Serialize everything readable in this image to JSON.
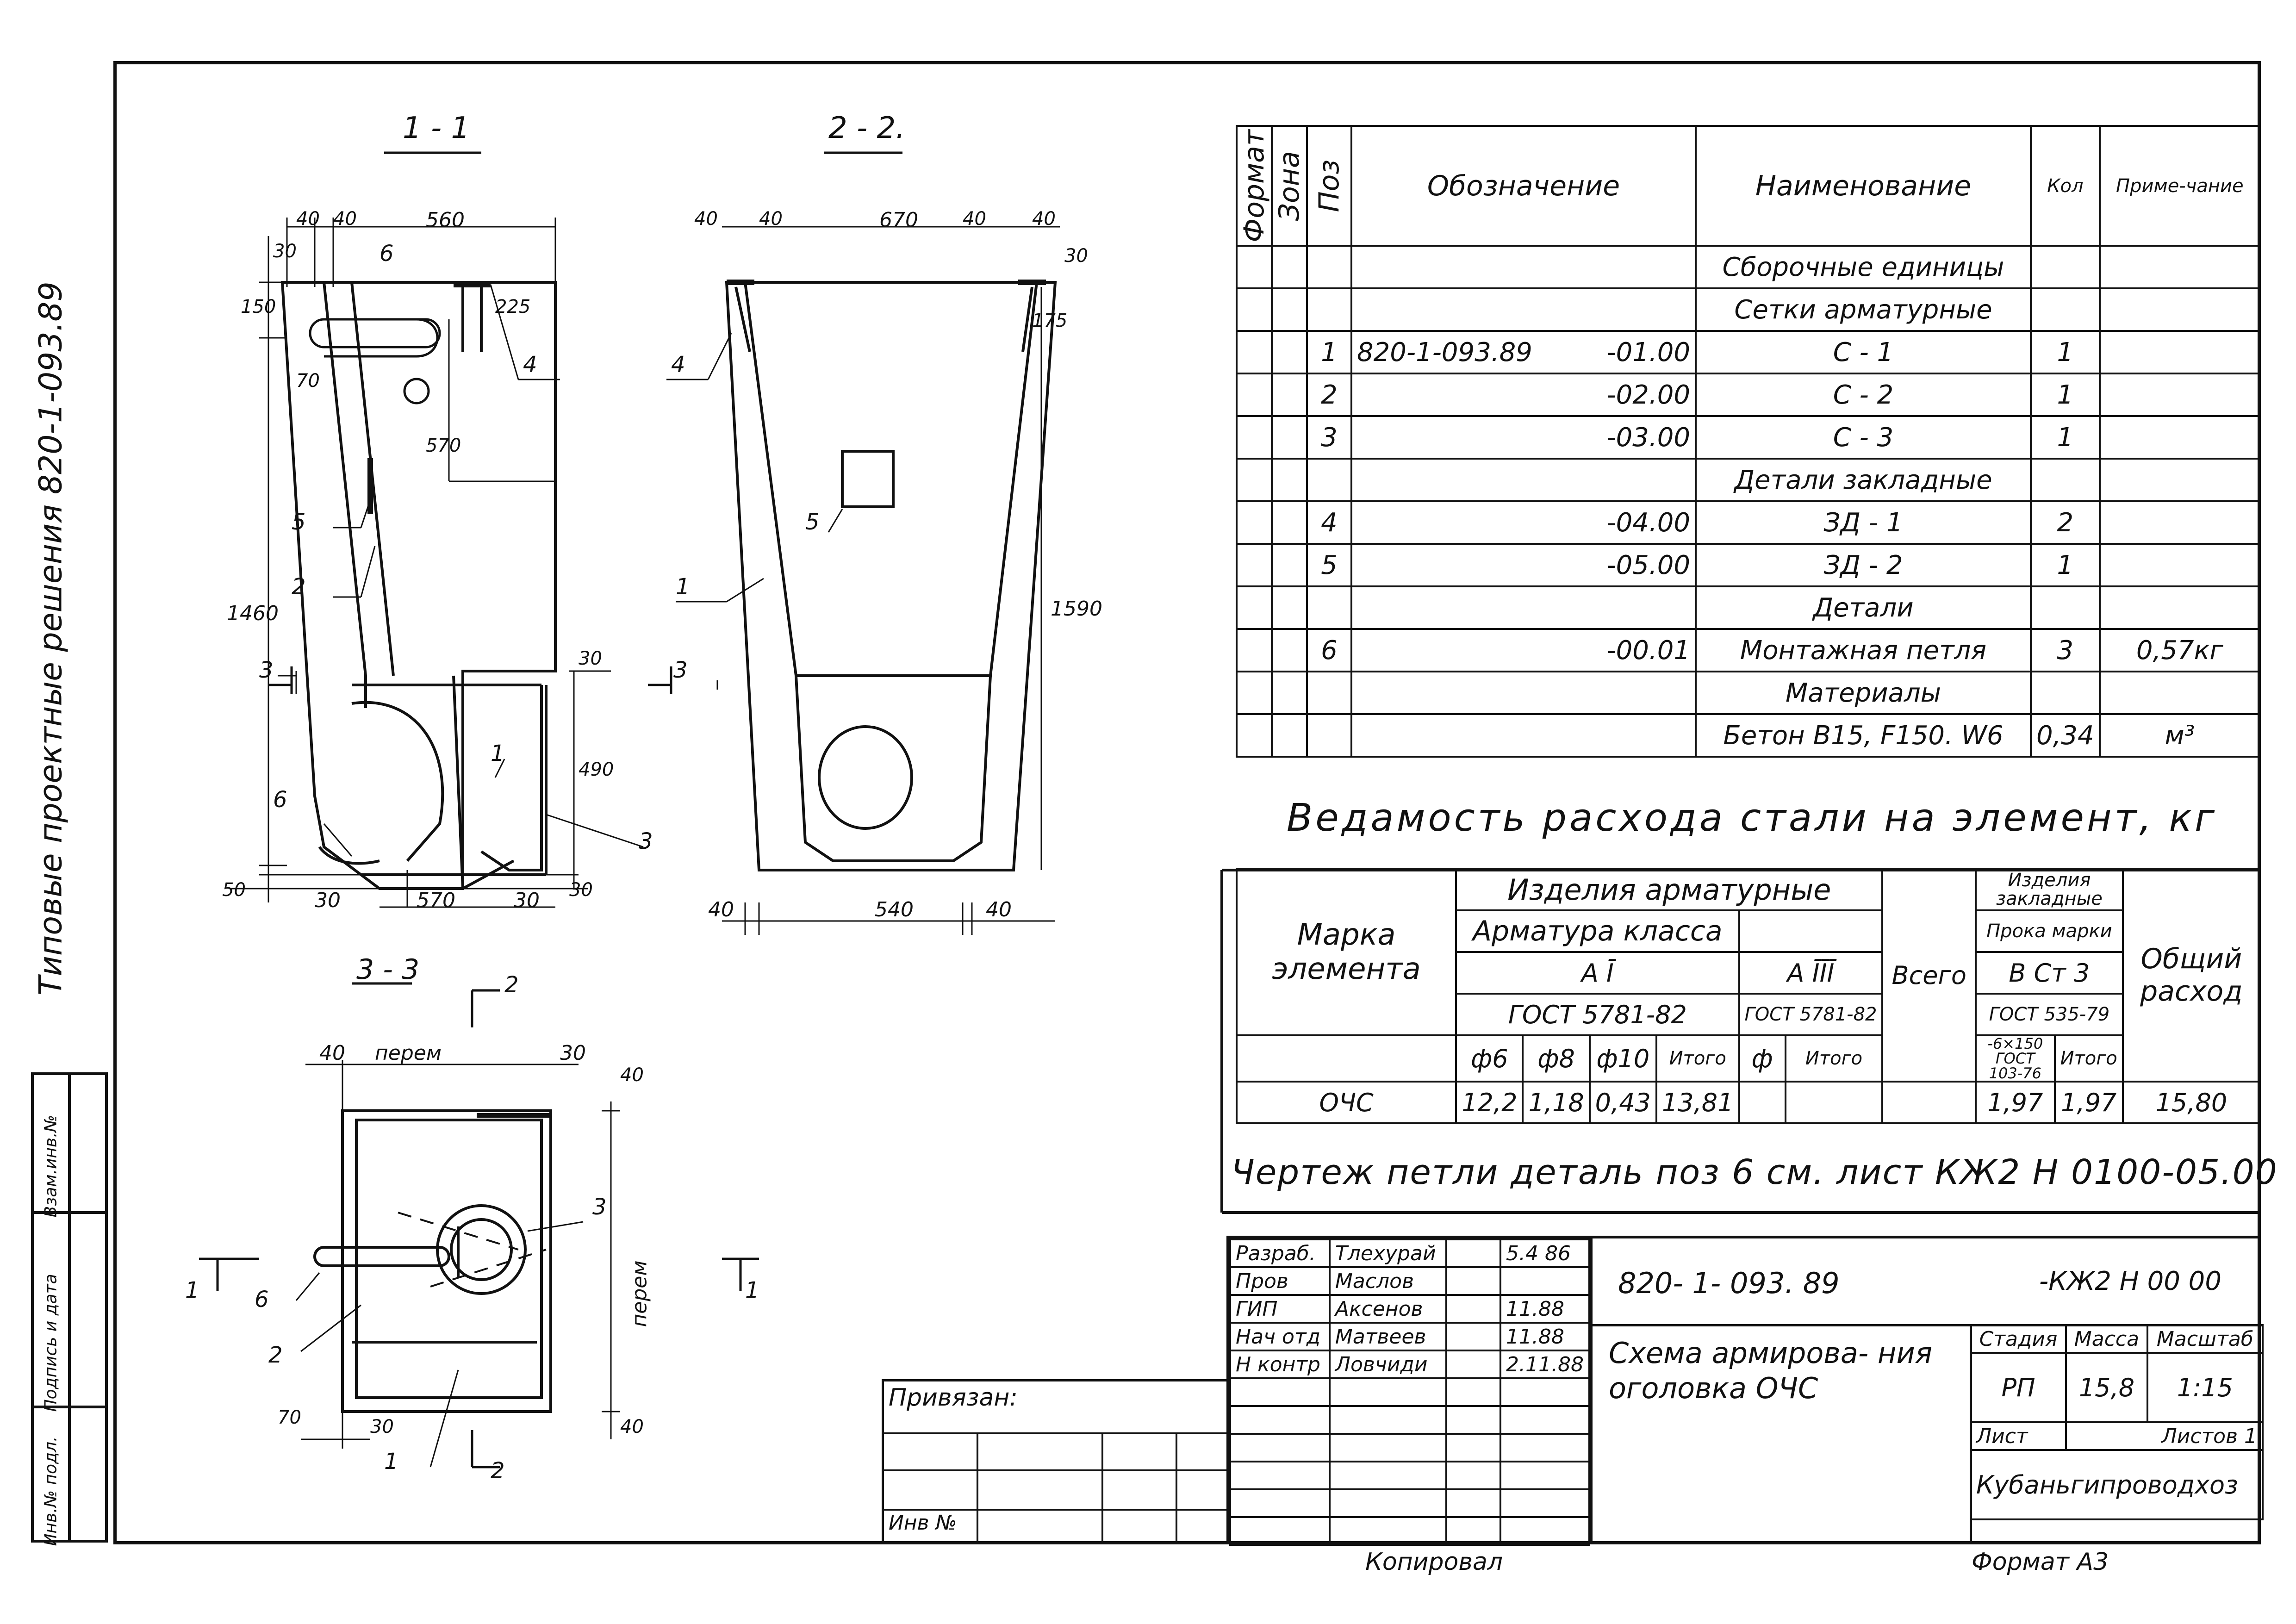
{
  "sidebar": {
    "series_title": "Типовые проектные решения 820-1-093.89",
    "stamp_labels": [
      "Инв.№ подл.",
      "Подпись и дата",
      "Взам.инв.№"
    ]
  },
  "sections": {
    "s11": "1 - 1",
    "s22": "2 - 2.",
    "s33": "3 - 3"
  },
  "spec": {
    "headers": [
      "Формат",
      "Зона",
      "Поз",
      "Обозначение",
      "Наименование",
      "Кол",
      "Приме-чание"
    ],
    "rows": [
      {
        "poz": "",
        "code": "",
        "suffix": "",
        "name": "Сборочные единицы",
        "qty": "",
        "note": ""
      },
      {
        "poz": "",
        "code": "",
        "suffix": "",
        "name": "Сетки арматурные",
        "qty": "",
        "note": ""
      },
      {
        "poz": "1",
        "code": "820-1-093.89",
        "suffix": "-01.00",
        "name": "С - 1",
        "qty": "1",
        "note": ""
      },
      {
        "poz": "2",
        "code": "",
        "suffix": "-02.00",
        "name": "С - 2",
        "qty": "1",
        "note": ""
      },
      {
        "poz": "3",
        "code": "",
        "suffix": "-03.00",
        "name": "С - 3",
        "qty": "1",
        "note": ""
      },
      {
        "poz": "",
        "code": "",
        "suffix": "",
        "name": "Детали закладные",
        "qty": "",
        "note": ""
      },
      {
        "poz": "4",
        "code": "",
        "suffix": "-04.00",
        "name": "ЗД - 1",
        "qty": "2",
        "note": ""
      },
      {
        "poz": "5",
        "code": "",
        "suffix": "-05.00",
        "name": "ЗД - 2",
        "qty": "1",
        "note": ""
      },
      {
        "poz": "",
        "code": "",
        "suffix": "",
        "name": "Детали",
        "qty": "",
        "note": ""
      },
      {
        "poz": "6",
        "code": "",
        "suffix": "-00.01",
        "name": "Монтажная петля",
        "qty": "3",
        "note": "0,57кг"
      },
      {
        "poz": "",
        "code": "",
        "suffix": "",
        "name": "Материалы",
        "qty": "",
        "note": ""
      },
      {
        "poz": "",
        "code": "",
        "suffix": "",
        "name": "Бетон В15, F150. W6",
        "qty": "0,34",
        "note": "м³"
      }
    ]
  },
  "steel": {
    "title": "Ведамость расхода стали на элемент, кг",
    "h_mark": "Марка элемента",
    "h_products": "Изделия арматурные",
    "h_class": "Арматура класса",
    "h_a1": "А Ī",
    "h_a3": "А ĪĪĪ",
    "h_gost1": "ГОСТ 5781-82",
    "h_gost2": "ГОСТ 5781-82",
    "h_total_all": "Всего",
    "h_embedded": "Изделия закладные",
    "h_rolled": "Прока марки",
    "h_steel": "В Ст 3",
    "h_gost3": "ГОСТ 535-79",
    "h_profile": "-6×150 ГОСТ 103-76",
    "h_sub": [
      "ф6",
      "ф8",
      "ф10",
      "Итого",
      "ф",
      "Итого",
      "Итого"
    ],
    "h_overall": "Общий расход",
    "row": {
      "mark": "ОЧС",
      "d6": "12,2",
      "d8": "1,18",
      "d10": "0,43",
      "sum1": "13,81",
      "phi": "",
      "sum2": "",
      "all": "",
      "profile": "1,97",
      "sum3": "1,97",
      "overall": "15,80"
    }
  },
  "note": "Чертеж петли деталь поз 6 см. лист КЖ2 Н 0100-05.00",
  "titleblock": {
    "doc_code": "820- 1- 093. 89",
    "sheet_code": "-КЖ2 Н 00 00",
    "roles": [
      {
        "role": "Разраб.",
        "name": "Тлехурай",
        "date": "5.4 86"
      },
      {
        "role": "Пров",
        "name": "Маслов",
        "date": ""
      },
      {
        "role": "ГИП",
        "name": "Аксенов",
        "date": "11.88"
      },
      {
        "role": "Нач отд",
        "name": "Матвеев",
        "date": "11.88"
      },
      {
        "role": "Н контр",
        "name": "Ловчиди",
        "date": "2.11.88"
      }
    ],
    "title": "Схема армирова- ния оголовка ОЧС",
    "h_stage": "Стадия",
    "h_mass": "Масса",
    "h_scale": "Масштаб",
    "stage": "РП",
    "mass": "15,8",
    "scale": "1:15",
    "sheet_label": "Лист",
    "sheets_label": "Листов 1",
    "org": "Кубаньгипроводхоз",
    "bound": "Привязан:",
    "inv": "Инв №",
    "copied": "Копировал",
    "format": "Формат А3"
  },
  "dims": {
    "d40a": "40",
    "d40b": "40",
    "d560": "560",
    "d30": "30",
    "d150": "150",
    "d225": "225",
    "d70": "70",
    "d570v": "570",
    "d1460": "1460",
    "d490": "490",
    "d30b": "30",
    "d50": "50",
    "d30c": "30",
    "d570": "570",
    "d30d": "30",
    "d30e": "30",
    "e40a": "40",
    "e40b": "40",
    "e670": "670",
    "e40c": "40",
    "e40d": "40",
    "e30": "30",
    "e175": "175",
    "e1590": "1590",
    "e40e": "40",
    "e540": "540",
    "e40f": "40",
    "f40": "40",
    "fperem": "перем",
    "f30": "30",
    "f40r": "40",
    "fperemv": "перем",
    "f40rb": "40",
    "f70": "70",
    "f30b": "30"
  },
  "labels": {
    "p1": "1",
    "p2": "2",
    "p3": "3",
    "p4": "4",
    "p5": "5",
    "p6": "6",
    "q1": "1",
    "q4": "4",
    "q5": "5",
    "r1": "1",
    "r2": "2",
    "r3": "3",
    "r6": "6",
    "cut3a": "3",
    "cut3b": "3",
    "cut1a": "1",
    "cut1b": "1",
    "cut2a": "2",
    "cut2b": "2"
  }
}
